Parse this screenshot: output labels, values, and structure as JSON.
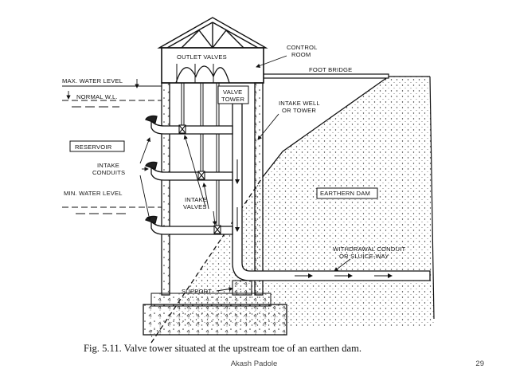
{
  "diagram": {
    "labels": {
      "control_room": [
        "CONTROL",
        "ROOM"
      ],
      "outlet_valves": "OUTLET VALVES",
      "foot_bridge": "FOOT BRIDGE",
      "max_water_level": "MAX. WATER LEVEL",
      "normal_wl": "NORMAL W.L.",
      "valve_tower": [
        "VALVE",
        "TOWER"
      ],
      "intake_well": [
        "INTAKE WELL",
        "OR TOWER"
      ],
      "reservoir": "RESERVOIR",
      "intake_conduits": [
        "INTAKE",
        "CONDUITS"
      ],
      "min_water_level": "MIN. WATER LEVEL",
      "intake_valves": [
        "INTAKE",
        "VALVES"
      ],
      "earthern_dam": "EARTHERN DAM",
      "withdrawal_conduit": [
        "WITHDRAWAL CONDUIT",
        "OR SLUICE-WAY"
      ],
      "support": "SUPPORT"
    },
    "caption": "Fig. 5.11. Valve tower situated at the upstream toe of an earthen dam."
  },
  "footer": {
    "author": "Akash Padole",
    "page_number": "29"
  }
}
